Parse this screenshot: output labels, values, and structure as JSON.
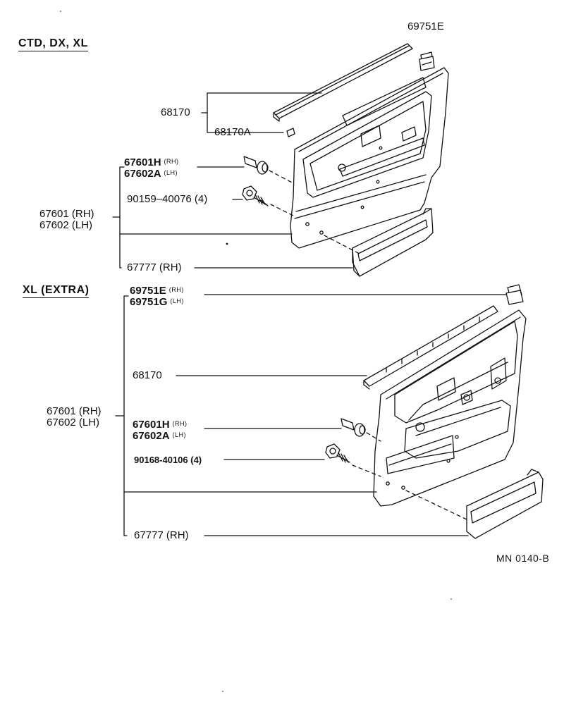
{
  "sections": [
    {
      "heading": "CTD, DX, XL",
      "parts": {
        "clip_top": "69751E",
        "weatherstrip": "68170",
        "weatherstrip_a": "68170A",
        "clip_rh": {
          "num": "67601H",
          "side": "(RH)"
        },
        "clip_lh": {
          "num": "67602A",
          "side": "(LH)"
        },
        "screw": "90159–40076 (4)",
        "panel_rh": "67601 (RH)",
        "panel_lh": "67602 (LH)",
        "armrest": "67777 (RH)"
      }
    },
    {
      "heading": "XL (EXTRA)",
      "parts": {
        "clip_top_rh": {
          "num": "69751E",
          "side": "(RH)"
        },
        "clip_top_lh": {
          "num": "69751G",
          "side": "(LH)"
        },
        "weatherstrip": "68170",
        "panel_rh": "67601 (RH)",
        "panel_lh": "67602 (LH)",
        "clip_rh": {
          "num": "67601H",
          "side": "(RH)"
        },
        "clip_lh": {
          "num": "67602A",
          "side": "(LH)"
        },
        "screw": "90168-40106 (4)",
        "armrest": "67777 (RH)"
      }
    }
  ],
  "drawing_code": "MN  0140-B",
  "colors": {
    "ink": "#111111",
    "paper": "#ffffff"
  }
}
